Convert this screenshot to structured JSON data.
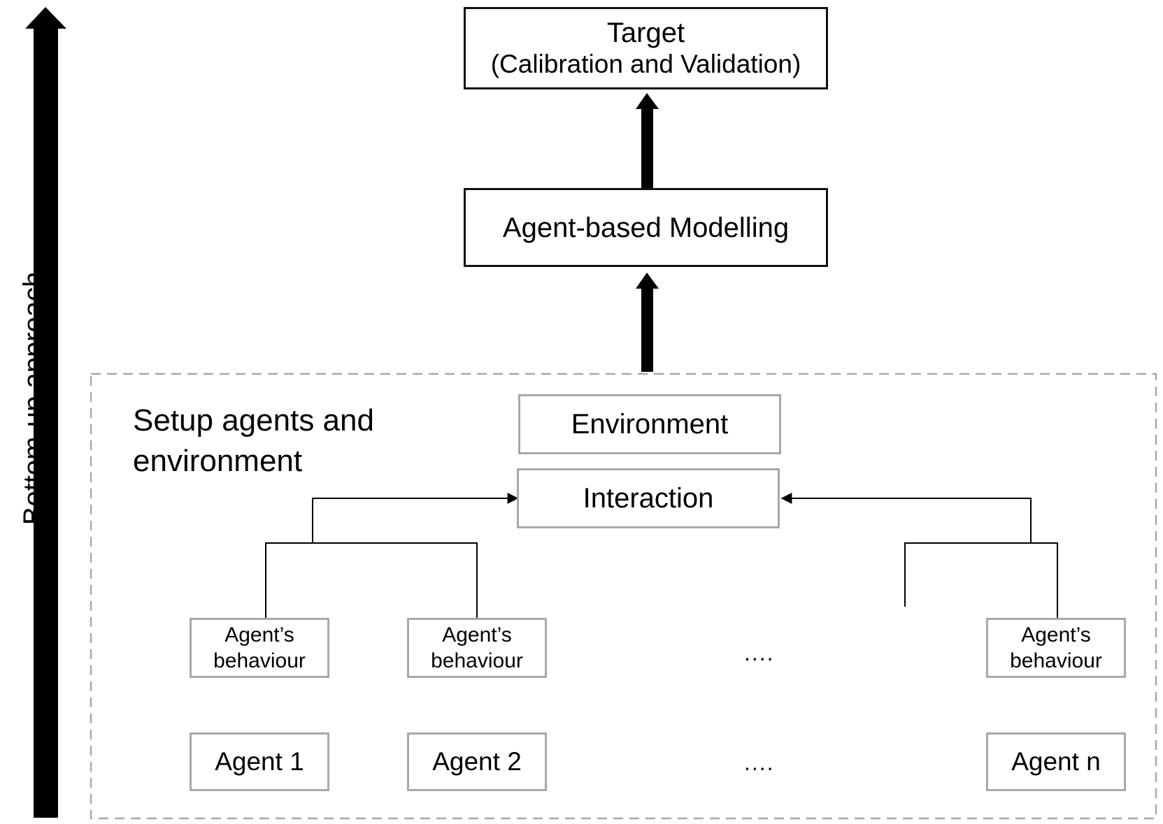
{
  "side_arrow_label": "Bottom-up approach",
  "target": {
    "line1": "Target",
    "line2": "(Calibration and Validation)"
  },
  "abm": {
    "label": "Agent-based Modelling"
  },
  "setup_group": {
    "line1": "Setup agents and",
    "line2": "environment"
  },
  "environment": {
    "label": "Environment"
  },
  "interaction": {
    "label": "Interaction"
  },
  "behaviours": [
    {
      "line1": "Agent’s",
      "line2": "behaviour"
    },
    {
      "line1": "Agent’s",
      "line2": "behaviour"
    },
    {
      "line1": "Agent’s",
      "line2": "behaviour"
    }
  ],
  "agents": [
    {
      "label": "Agent 1"
    },
    {
      "label": "Agent 2"
    },
    {
      "label": "Agent n"
    }
  ],
  "ellipsis": {
    "behaviour_row": "....",
    "agent_row": "...."
  },
  "colors": {
    "dark_border": "#111111",
    "grey_border": "#a8a8a8",
    "dashed_border": "#a8a8a8"
  }
}
